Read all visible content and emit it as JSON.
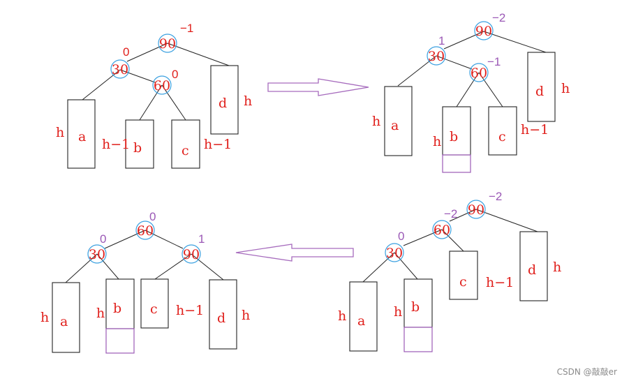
{
  "colors": {
    "label": "#e0201c",
    "balance_red": "#e0201c",
    "balance_purple": "#9b59b6",
    "circle": "#3aa0e0",
    "arrow": "#a66bbd"
  },
  "panel1": {
    "n90": "90",
    "n90_bf": "−1",
    "n30": "30",
    "n30_bf": "0",
    "n60": "60",
    "n60_bf": "0",
    "a": "a",
    "a_h": "h",
    "b": "b",
    "b_h": "h−1",
    "c": "c",
    "c_h": "h−1",
    "d": "d",
    "d_h": "h"
  },
  "panel2": {
    "n90": "90",
    "n90_bf": "−2",
    "n30": "30",
    "n30_bf": "1",
    "n60": "60",
    "n60_bf": "−1",
    "a": "a",
    "a_h": "h",
    "b": "b",
    "b_h": "h",
    "c": "c",
    "c_h": "h−1",
    "d": "d",
    "d_h": "h"
  },
  "panel3": {
    "n90": "90",
    "n90_bf": "−2",
    "n60": "60",
    "n60_bf": "−2",
    "n30": "30",
    "n30_bf": "0",
    "a": "a",
    "a_h": "h",
    "b": "b",
    "b_h": "h",
    "c": "c",
    "c_h": "h−1",
    "d": "d",
    "d_h": "h"
  },
  "panel4": {
    "n60": "60",
    "n60_bf": "0",
    "n30": "30",
    "n30_bf": "0",
    "n90": "90",
    "n90_bf": "1",
    "a": "a",
    "a_h": "h",
    "b": "b",
    "b_h": "h",
    "c": "c",
    "c_h": "h−1",
    "d": "d",
    "d_h": "h"
  },
  "watermark": "CSDN @敲敲er"
}
